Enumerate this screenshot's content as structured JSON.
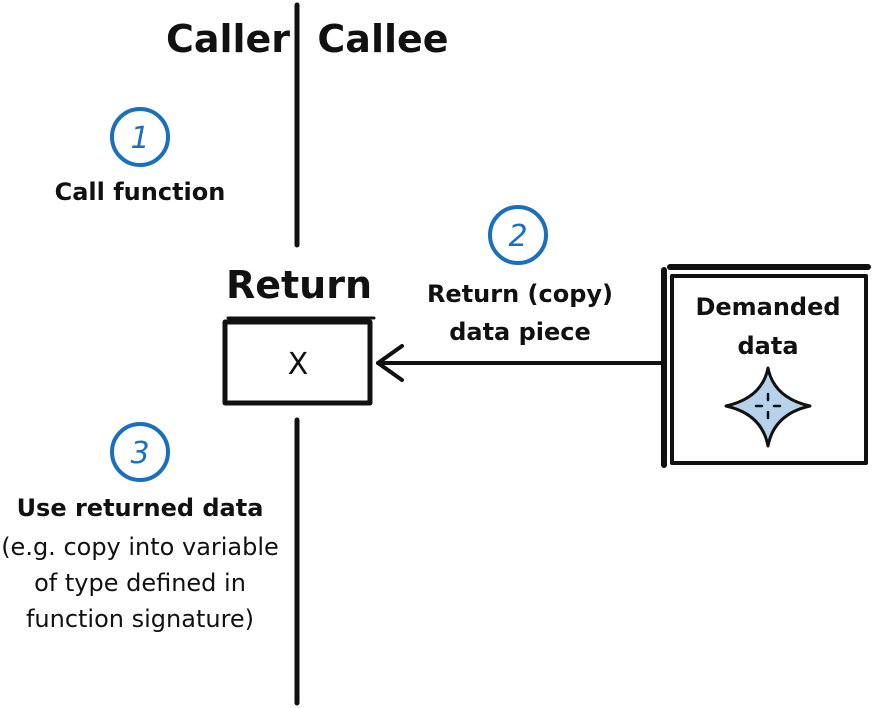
{
  "headers": {
    "caller": "Caller",
    "callee": "Callee"
  },
  "steps": [
    {
      "number": "1",
      "lines": [
        "Call function"
      ]
    },
    {
      "number": "2",
      "lines": [
        "Return (copy)",
        "data piece"
      ]
    },
    {
      "number": "3",
      "lines": [
        "Use returned data",
        "(e.g. copy into variable",
        "of type defined in",
        "function signature)"
      ]
    }
  ],
  "return_box": {
    "title": "Return",
    "value": "X"
  },
  "data_box": {
    "lines": [
      "Demanded",
      "data"
    ],
    "icon": "sparkle-icon"
  },
  "colors": {
    "ink": "#111111",
    "accent": "#1a6fbf",
    "sparkle_fill": "#b7d3ec"
  }
}
